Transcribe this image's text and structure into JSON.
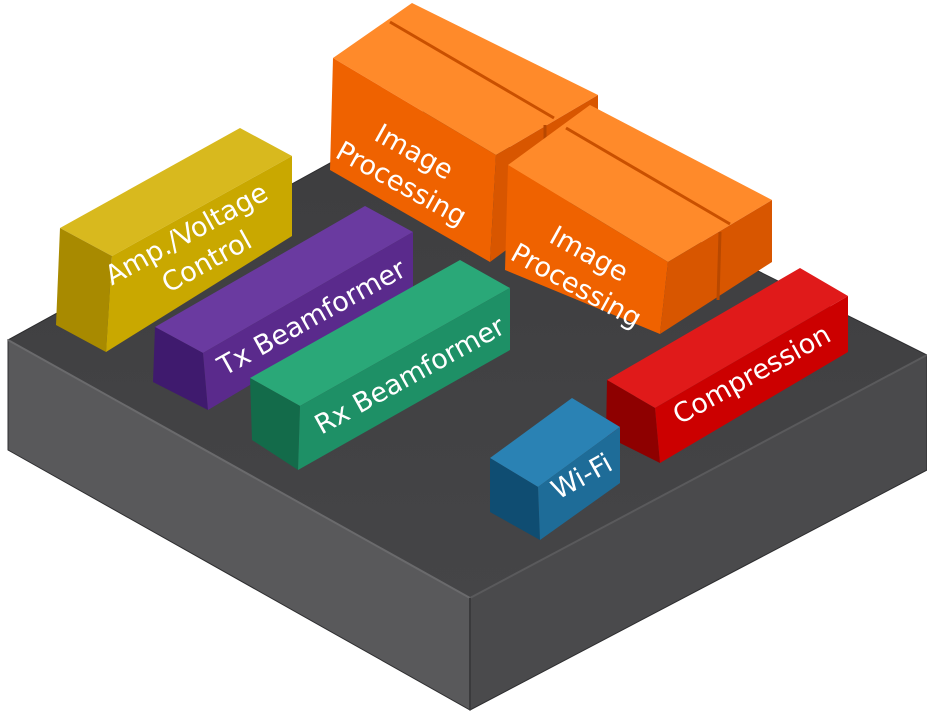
{
  "colors": {
    "board": "#4b4b4d",
    "amp": "#c9a800",
    "tx": "#5a2a8c",
    "rx": "#1e9066",
    "image": "#f76800",
    "compression": "#cc0000",
    "wifi": "#1e6c98"
  },
  "blocks": {
    "amp": {
      "line1": "Amp./Voltage",
      "line2": "Control"
    },
    "tx": {
      "label": "Tx Beamformer"
    },
    "rx": {
      "label": "Rx Beamformer"
    },
    "image_back": {
      "line1": "Image",
      "line2": "Processing"
    },
    "image_front": {
      "line1": "Image",
      "line2": "Processing"
    },
    "compression": {
      "label": "Compression"
    },
    "wifi": {
      "label": "Wi-Fi"
    }
  }
}
